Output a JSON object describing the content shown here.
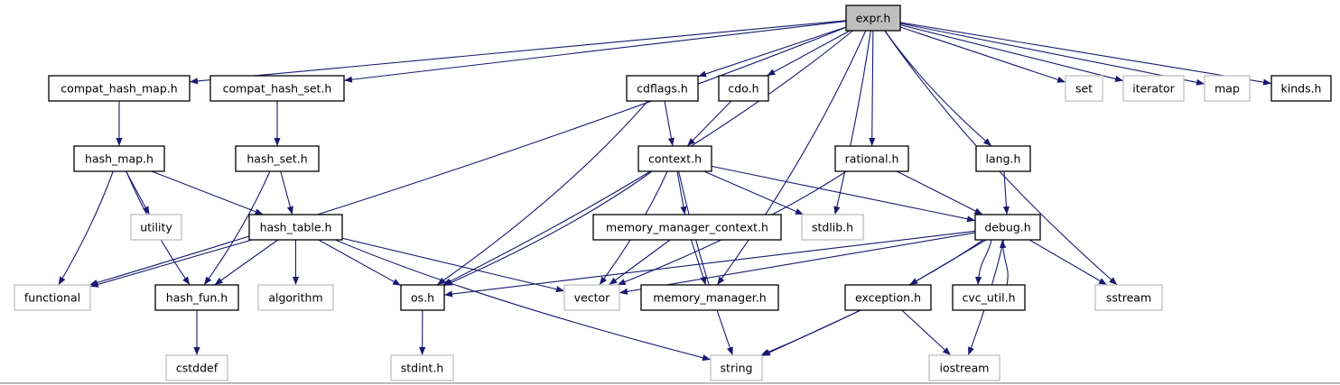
{
  "graph": {
    "root": "expr",
    "colors": {
      "edge": "#191970",
      "root_fill": "#bfbfbf",
      "documented_border": "#000000",
      "external_border": "#bfbfbf"
    },
    "nodes": [
      {
        "id": "expr",
        "label": "expr.h",
        "kind": "root"
      },
      {
        "id": "compat_hash_map",
        "label": "compat_hash_map.h",
        "kind": "documented"
      },
      {
        "id": "compat_hash_set",
        "label": "compat_hash_set.h",
        "kind": "documented"
      },
      {
        "id": "cdflags",
        "label": "cdflags.h",
        "kind": "documented"
      },
      {
        "id": "cdo",
        "label": "cdo.h",
        "kind": "documented"
      },
      {
        "id": "set",
        "label": "set",
        "kind": "external"
      },
      {
        "id": "iterator",
        "label": "iterator",
        "kind": "external"
      },
      {
        "id": "map",
        "label": "map",
        "kind": "external"
      },
      {
        "id": "kinds",
        "label": "kinds.h",
        "kind": "documented"
      },
      {
        "id": "hash_map",
        "label": "hash_map.h",
        "kind": "documented"
      },
      {
        "id": "hash_set",
        "label": "hash_set.h",
        "kind": "documented"
      },
      {
        "id": "context",
        "label": "context.h",
        "kind": "documented"
      },
      {
        "id": "rational",
        "label": "rational.h",
        "kind": "documented"
      },
      {
        "id": "lang",
        "label": "lang.h",
        "kind": "documented"
      },
      {
        "id": "utility",
        "label": "utility",
        "kind": "external"
      },
      {
        "id": "hash_table",
        "label": "hash_table.h",
        "kind": "documented"
      },
      {
        "id": "memory_manager_context",
        "label": "memory_manager_context.h",
        "kind": "documented"
      },
      {
        "id": "stdlib",
        "label": "stdlib.h",
        "kind": "external"
      },
      {
        "id": "debug",
        "label": "debug.h",
        "kind": "documented"
      },
      {
        "id": "functional",
        "label": "functional",
        "kind": "external"
      },
      {
        "id": "hash_fun",
        "label": "hash_fun.h",
        "kind": "documented"
      },
      {
        "id": "algorithm",
        "label": "algorithm",
        "kind": "external"
      },
      {
        "id": "os",
        "label": "os.h",
        "kind": "documented"
      },
      {
        "id": "vector",
        "label": "vector",
        "kind": "external"
      },
      {
        "id": "memory_manager",
        "label": "memory_manager.h",
        "kind": "documented"
      },
      {
        "id": "exception",
        "label": "exception.h",
        "kind": "documented"
      },
      {
        "id": "cvc_util",
        "label": "cvc_util.h",
        "kind": "documented"
      },
      {
        "id": "sstream",
        "label": "sstream",
        "kind": "external"
      },
      {
        "id": "cstddef",
        "label": "cstddef",
        "kind": "external"
      },
      {
        "id": "stdint",
        "label": "stdint.h",
        "kind": "external"
      },
      {
        "id": "string",
        "label": "string",
        "kind": "external"
      },
      {
        "id": "iostream",
        "label": "iostream",
        "kind": "external"
      }
    ],
    "edges": [
      [
        "expr",
        "functional"
      ],
      [
        "expr",
        "compat_hash_map"
      ],
      [
        "expr",
        "compat_hash_set"
      ],
      [
        "expr",
        "os"
      ],
      [
        "expr",
        "cdflags"
      ],
      [
        "expr",
        "cdo"
      ],
      [
        "expr",
        "stdlib"
      ],
      [
        "expr",
        "rational"
      ],
      [
        "expr",
        "memory_manager"
      ],
      [
        "expr",
        "lang"
      ],
      [
        "expr",
        "sstream"
      ],
      [
        "expr",
        "set"
      ],
      [
        "expr",
        "iterator"
      ],
      [
        "expr",
        "map"
      ],
      [
        "expr",
        "kinds"
      ],
      [
        "compat_hash_map",
        "hash_map"
      ],
      [
        "compat_hash_set",
        "hash_set"
      ],
      [
        "hash_map",
        "functional"
      ],
      [
        "hash_map",
        "hash_fun"
      ],
      [
        "hash_map",
        "utility"
      ],
      [
        "hash_map",
        "hash_table"
      ],
      [
        "hash_set",
        "hash_fun"
      ],
      [
        "hash_set",
        "hash_table"
      ],
      [
        "hash_table",
        "functional"
      ],
      [
        "hash_table",
        "hash_fun"
      ],
      [
        "hash_table",
        "algorithm"
      ],
      [
        "hash_table",
        "os"
      ],
      [
        "hash_table",
        "vector"
      ],
      [
        "hash_table",
        "string"
      ],
      [
        "cdflags",
        "os"
      ],
      [
        "cdflags",
        "context"
      ],
      [
        "cdo",
        "context"
      ],
      [
        "context",
        "os"
      ],
      [
        "context",
        "vector"
      ],
      [
        "context",
        "string"
      ],
      [
        "context",
        "memory_manager_context"
      ],
      [
        "context",
        "stdlib"
      ],
      [
        "context",
        "debug"
      ],
      [
        "memory_manager_context",
        "vector"
      ],
      [
        "memory_manager_context",
        "memory_manager"
      ],
      [
        "rational",
        "debug"
      ],
      [
        "rational",
        "vector"
      ],
      [
        "lang",
        "debug"
      ],
      [
        "debug",
        "os"
      ],
      [
        "debug",
        "vector"
      ],
      [
        "debug",
        "string"
      ],
      [
        "debug",
        "exception"
      ],
      [
        "debug",
        "cvc_util"
      ],
      [
        "debug",
        "iostream"
      ],
      [
        "debug",
        "sstream"
      ],
      [
        "cvc_util",
        "debug"
      ],
      [
        "exception",
        "string"
      ],
      [
        "exception",
        "iostream"
      ],
      [
        "os",
        "stdint"
      ],
      [
        "hash_fun",
        "cstddef"
      ]
    ]
  }
}
